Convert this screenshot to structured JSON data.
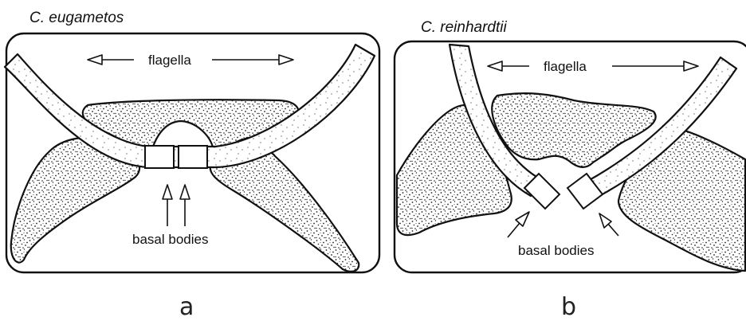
{
  "panels": [
    {
      "id": "a",
      "title": "C. eugametos",
      "flagella_label": "flagella",
      "basal_label": "basal bodies",
      "letter": "a"
    },
    {
      "id": "b",
      "title": "C. reinhardtii",
      "flagella_label": "flagella",
      "basal_label": "basal bodies",
      "letter": "b"
    }
  ]
}
